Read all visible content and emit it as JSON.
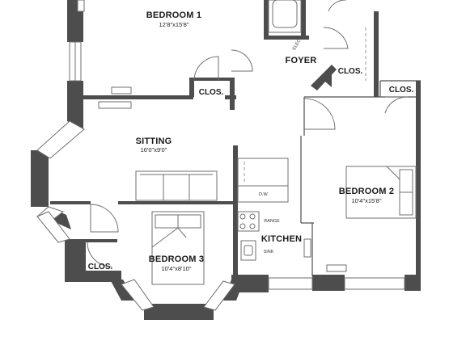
{
  "rooms": {
    "bedroom1": {
      "name": "BEDROOM 1",
      "size": "12'8\"x15'8\""
    },
    "sitting": {
      "name": "SITTING",
      "size": "16'0\"x9'0\""
    },
    "foyer": {
      "name": "FOYER"
    },
    "kitchen": {
      "name": "KITCHEN"
    },
    "bedroom2": {
      "name": "BEDROOM 2",
      "size": "10'4\"x15'8\""
    },
    "bedroom3": {
      "name": "BEDROOM 3",
      "size": "10'4\"x8'10\""
    }
  },
  "closets": {
    "bed1_closet": "CLOS.",
    "foyer_closet": "CLOS.",
    "bed2_closet": "CLOS.",
    "bed3_closet": "CLOS."
  },
  "fixtures": {
    "elec": "ELEC",
    "dishwasher": "D.W.",
    "range": "RANGE",
    "sink": "SINK"
  }
}
